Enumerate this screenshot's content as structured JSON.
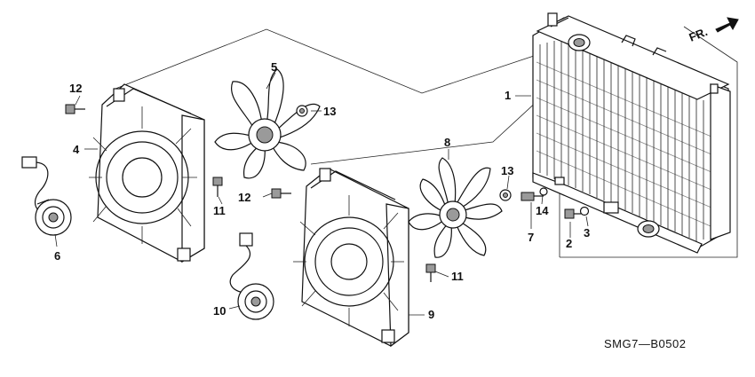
{
  "direction_indicator": {
    "label": "FR."
  },
  "diagram_code": "SMG7—B0502",
  "callouts": {
    "c1": "1",
    "c2": "2",
    "c3": "3",
    "c4": "4",
    "c5": "5",
    "c6": "6",
    "c7": "7",
    "c8": "8",
    "c9": "9",
    "c10": "10",
    "c11a": "11",
    "c11b": "11",
    "c12a": "12",
    "c12b": "12",
    "c13a": "13",
    "c13b": "13",
    "c14": "14"
  },
  "colors": {
    "line": "#111111",
    "background": "#ffffff",
    "shade": "#9a9a9a"
  },
  "icons": {
    "direction": "forward-arrow-icon"
  }
}
